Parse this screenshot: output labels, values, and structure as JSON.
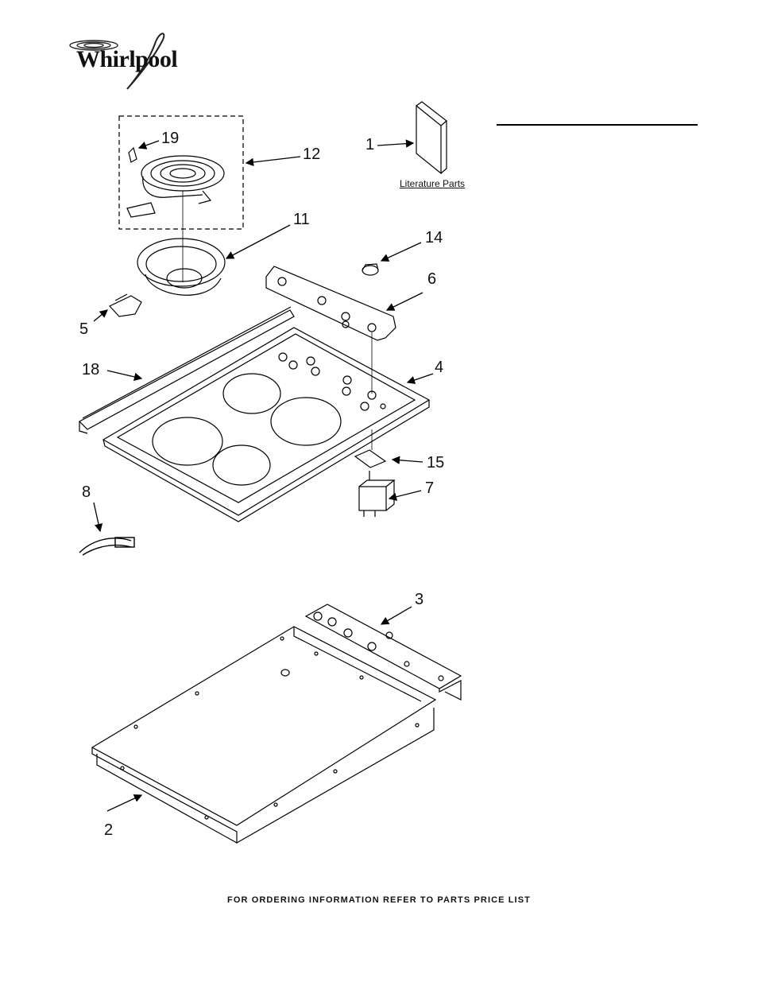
{
  "brand": {
    "name": "Whirlpool",
    "logo_icon": "whirlpool-swirl-icon"
  },
  "literature": {
    "label": "Literature Parts"
  },
  "callouts": [
    {
      "id": "c1",
      "label": "1"
    },
    {
      "id": "c2",
      "label": "2"
    },
    {
      "id": "c3",
      "label": "3"
    },
    {
      "id": "c4",
      "label": "4"
    },
    {
      "id": "c5",
      "label": "5"
    },
    {
      "id": "c6",
      "label": "6"
    },
    {
      "id": "c7",
      "label": "7"
    },
    {
      "id": "c8",
      "label": "8"
    },
    {
      "id": "c11",
      "label": "11"
    },
    {
      "id": "c12",
      "label": "12"
    },
    {
      "id": "c14",
      "label": "14"
    },
    {
      "id": "c15",
      "label": "15"
    },
    {
      "id": "c18",
      "label": "18"
    },
    {
      "id": "c19",
      "label": "19"
    }
  ],
  "footer": {
    "text": "FOR ORDERING INFORMATION REFER TO PARTS PRICE LIST"
  }
}
